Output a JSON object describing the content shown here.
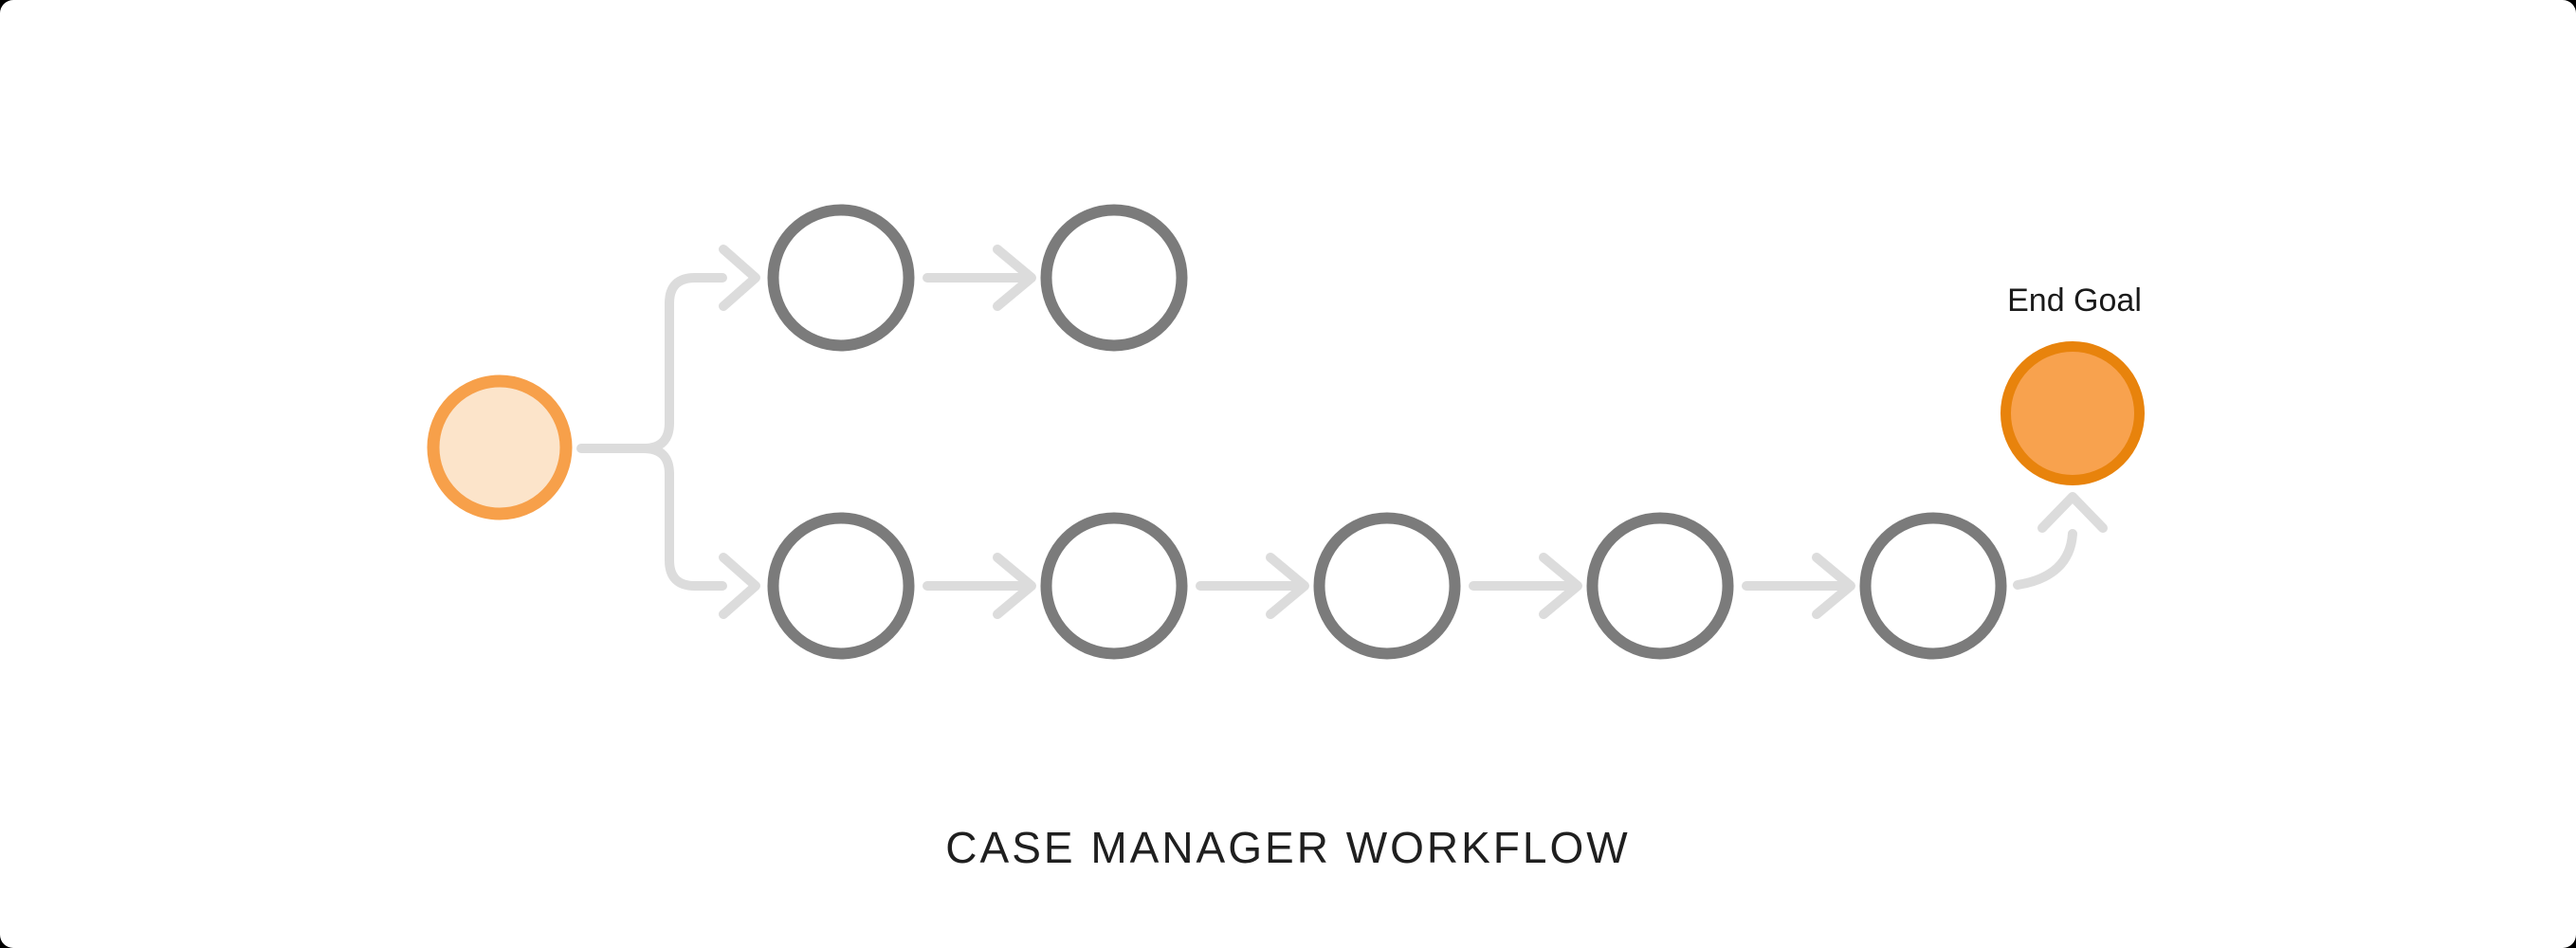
{
  "diagram": {
    "title": "CASE MANAGER WORKFLOW",
    "end_goal_label": "End Goal",
    "start_node": {
      "type": "start",
      "label": ""
    },
    "branches": {
      "upper_path_step_count": 2,
      "lower_path_step_count": 5
    },
    "end_node": {
      "type": "end-goal"
    }
  },
  "colors": {
    "page_corner_background": "#000000",
    "canvas_background": "#ffffff",
    "step_node_outline": "#7b7b7b",
    "connector": "#dcdcdc",
    "start_node_fill": "#fce4ca",
    "start_node_stroke": "#f7a04a",
    "end_node_fill": "#f8a24e",
    "end_node_stroke": "#e8830c",
    "title_text": "#1f1f1f",
    "end_goal_text": "#1a1a1a"
  }
}
